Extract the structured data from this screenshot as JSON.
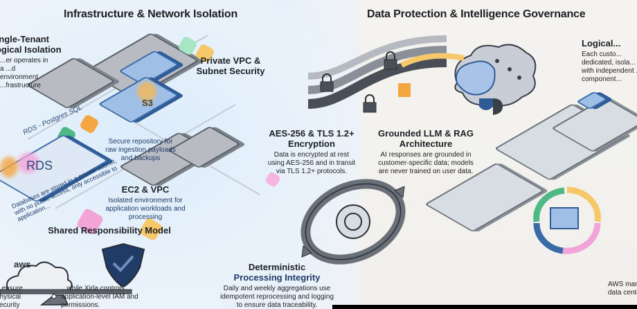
{
  "sections": {
    "left_title": "Infrastructure & Network Isolation",
    "right_title": "Data Protection & Intelligence Governance"
  },
  "callouts": {
    "single_tenant": {
      "heading_line1": "Single-Tenant",
      "heading_line2": "Logical Isolation",
      "body": "...er operates in a ...d environment ...frastructure"
    },
    "private_vpc": {
      "heading_line1": "Private VPC &",
      "heading_line2": "Subnet Security"
    },
    "s3": {
      "tag": "S3",
      "body": "Secure repository for raw ingestion payloads and backups"
    },
    "rds": {
      "tag": "RDS",
      "caption": "RDS - Postgres SQL",
      "body": "Databases are stored in a private subnet, with no public access, only accessible to application..."
    },
    "ec2_vpc": {
      "heading": "EC2 & VPC",
      "body": "Isolated environment for application workloads and processing"
    },
    "shared_responsibility": {
      "heading": "Shared Responsibility Model",
      "aws_label": "aws",
      "left_body": "...ensure physical security",
      "right_body": "...while Xirla controls application-level IAM and permissions."
    },
    "encryption": {
      "heading_line1": "AES-256 & TLS 1.2+",
      "heading_line2": "Encryption",
      "body": "Data is encrypted at rest using AES-256 and in transit via TLS 1.2+ protocols."
    },
    "grounded_llm": {
      "heading_line1": "Grounded LLM & RAG",
      "heading_line2": "Architecture",
      "body": "AI responses are grounded in customer-specific data; models are never trained on user data."
    },
    "deterministic": {
      "heading_line1": "Deterministic",
      "heading_line2": "Processing Integrity",
      "body": "Daily and weekly aggregations use idempotent reprocessing and logging to ensure data traceability."
    },
    "logical_isolation_right": {
      "heading": "Logical...",
      "body": "Each custo... dedicated, isola... with independent ... component..."
    },
    "aws_datacenter": {
      "body": "AWS manages data center..."
    }
  },
  "icons": [
    "cloud-aws-icon",
    "shield-icon",
    "lock-icon",
    "brain-icon",
    "cycle-arrows-icon",
    "seesaw-icon",
    "server-block-icon"
  ],
  "colors": {
    "navy": "#1e3a6b",
    "blue": "#3b6aa8",
    "orange": "#f5b53f",
    "green": "#4fb986",
    "pink": "#f2a3d8",
    "gray": "#5a6068"
  }
}
